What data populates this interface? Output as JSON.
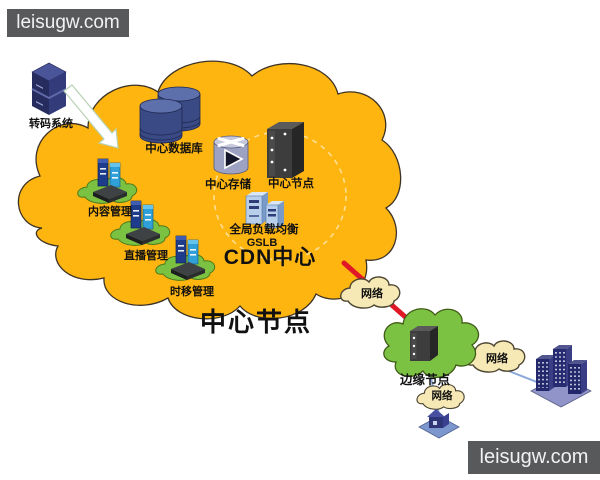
{
  "watermark": {
    "top_text": "leisugw.com",
    "bottom_text": "leisugw.com"
  },
  "labels": {
    "transcoding": "转码系统",
    "central_database": "中心数据库",
    "central_storage": "中心存储",
    "central_node_icon": "中心节点",
    "gslb_title": "全局负载均衡",
    "gslb_abbr": "GSLB",
    "cdn_center": "CDN中心",
    "content_mgmt": "内容管理",
    "live_mgmt": "直播管理",
    "timeshift_mgmt": "时移管理",
    "central_node_big": "中心节点",
    "edge_node": "边缘节点",
    "network_1": "网络",
    "network_2": "网络",
    "network_3": "网络"
  },
  "icons": {
    "transcoding_server": "stacked-server-cubes",
    "central_database": "database-cylinders",
    "central_storage": "storage-cylinder-play",
    "central_node": "dark-tower-server",
    "gslb": "blue-tower-servers",
    "management_cluster": "servers-on-green-bush",
    "edge_server": "dark-tower-server",
    "buildings": "isometric-buildings",
    "home": "isometric-house"
  },
  "colors": {
    "cloud_orange": "#FEB510",
    "cloud_outline": "#3d3325",
    "mini_cloud_yellow": "#F6E9B5",
    "mini_cloud_outline": "#4d4633",
    "edge_cloud_green": "#7CC242",
    "edge_cloud_outline": "#3f5c17",
    "red_link": "#E01825",
    "blue_link": "#8CA8D8",
    "navy_server": "#262C5E",
    "watermark_bg": "#58595B",
    "watermark_text": "#F2F2F2",
    "label_text": "#111111"
  }
}
